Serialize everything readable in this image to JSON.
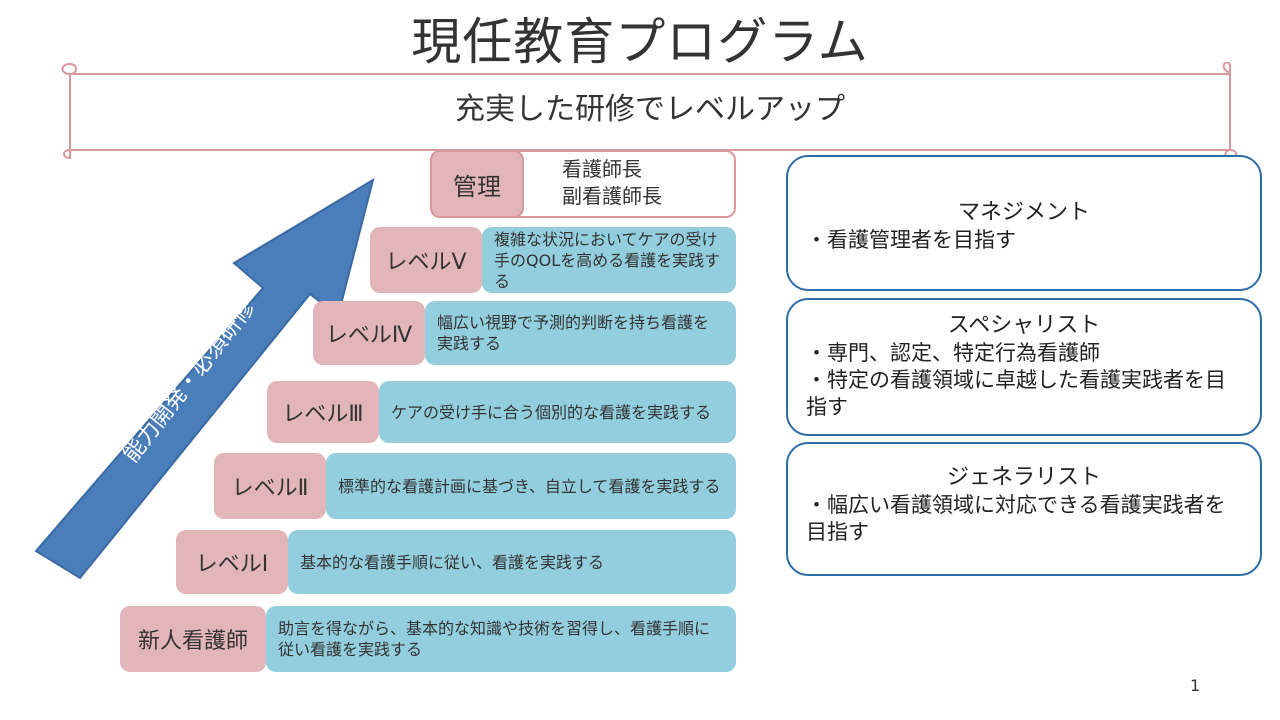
{
  "title": "現任教育プログラム",
  "banner": "充実した研修でレベルアップ",
  "arrow_label": "能力開発・必須研修",
  "management": {
    "tag": "管理",
    "lines": [
      "看護師長",
      "副看護師長"
    ]
  },
  "steps": [
    {
      "tag": "レベルⅤ",
      "desc": "複雑な状況においてケアの受け手のQOLを高める看護を実践する"
    },
    {
      "tag": "レベルⅣ",
      "desc": "幅広い視野で予測的判断を持ち看護を実践する"
    },
    {
      "tag": "レベルⅢ",
      "desc": "ケアの受け手に合う個別的な看護を実践する"
    },
    {
      "tag": "レベルⅡ",
      "desc": "標準的な看護計画に基づき、自立して看護を実践する"
    },
    {
      "tag": "レベルⅠ",
      "desc": "基本的な看護手順に従い、看護を実践する"
    },
    {
      "tag": "新人看護師",
      "desc": "助言を得ながら、基本的な知識や技術を習得し、看護手順に従い看護を実践する"
    }
  ],
  "careers": [
    {
      "title": "マネジメント",
      "lines": [
        "・看護管理者を目指す"
      ]
    },
    {
      "title": "スペシャリスト",
      "lines": [
        "・専門、認定、特定行為看護師",
        "・特定の看護領域に卓越した看護実践者を目指す"
      ]
    },
    {
      "title": "ジェネラリスト",
      "lines": [
        "・幅広い看護領域に対応できる看護実践者を目指す"
      ]
    }
  ],
  "page_number": "1",
  "colors": {
    "tag": "#e2b6b8",
    "desc": "#93cede",
    "arrow": "#4a7ebb",
    "career_border": "#2d6ca6",
    "banner_border": "#d8999b"
  }
}
